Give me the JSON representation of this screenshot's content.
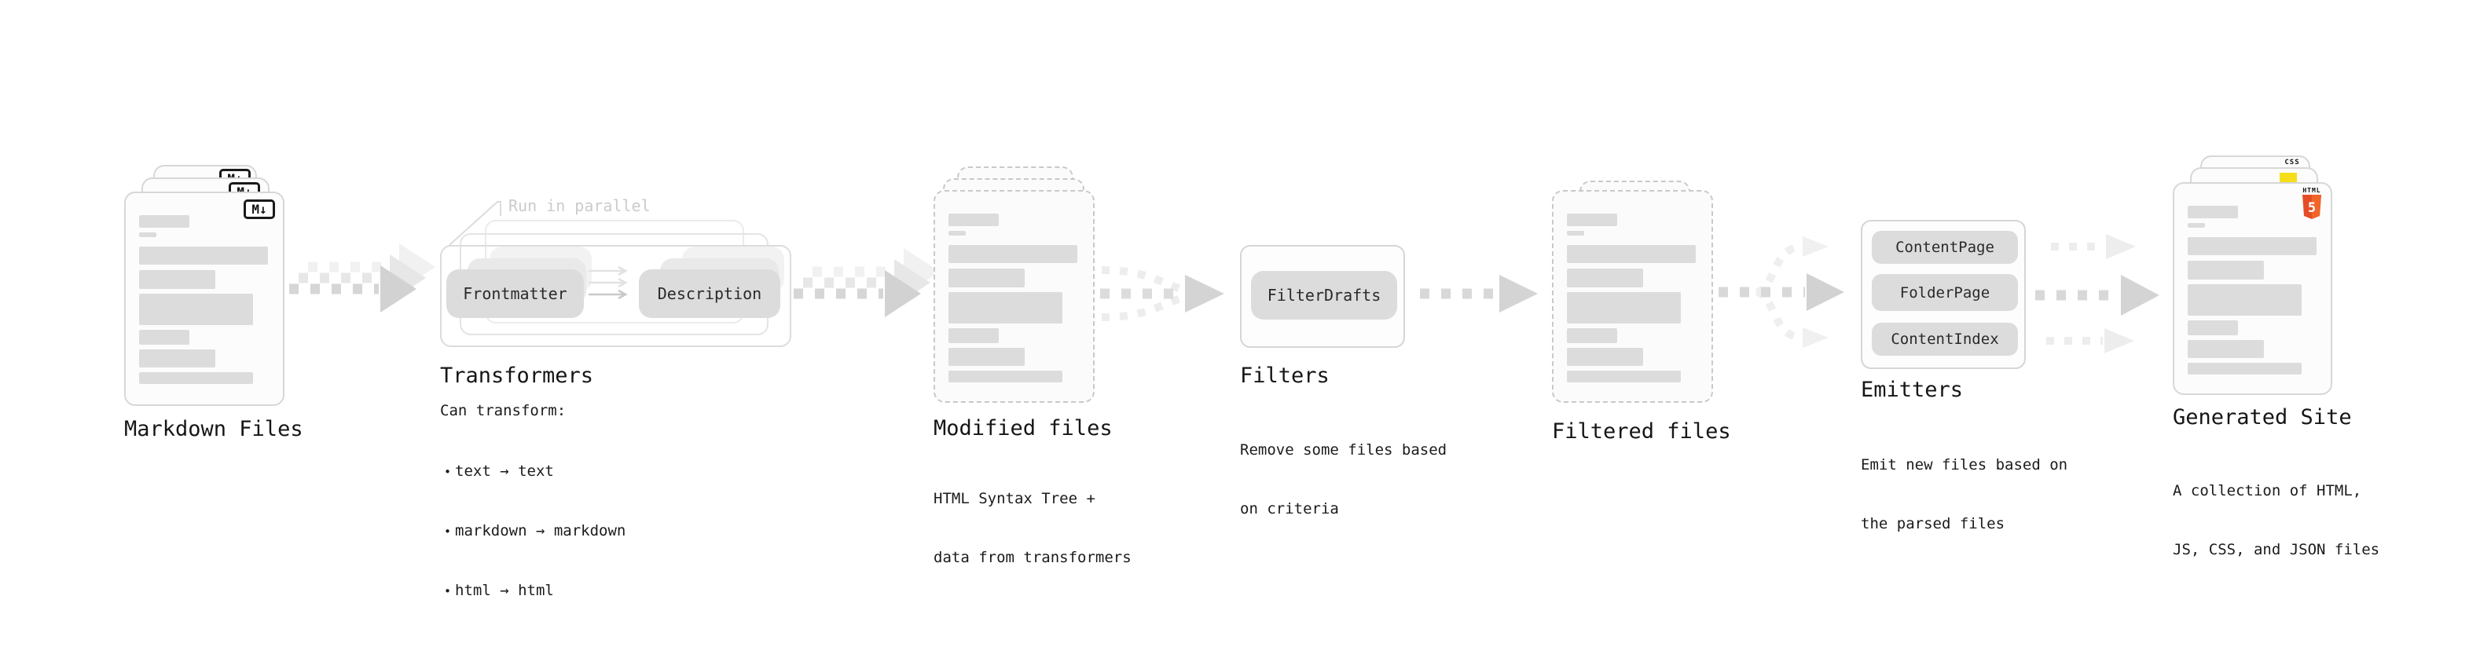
{
  "colors": {
    "html5_orange": "#e44d26",
    "html5_orange_light": "#f16529",
    "js_yellow": "#f5de19",
    "css_blue": "#2965f1",
    "arrow_gray": "#d4d4d4",
    "bar_gray": "#dcdcdc"
  },
  "markdown_files": {
    "label": "Markdown Files",
    "badge": "M↓"
  },
  "transformers": {
    "annotation": "Run in parallel",
    "pill_left": "Frontmatter",
    "pill_right": "Description",
    "label": "Transformers",
    "desc_title": "Can transform:",
    "bullet_char": "•",
    "bullets": [
      "text → text",
      "markdown → markdown",
      "html → html"
    ]
  },
  "modified_files": {
    "label": "Modified files",
    "desc_lines": [
      "HTML Syntax Tree +",
      "data from transformers"
    ]
  },
  "filters": {
    "pill": "FilterDrafts",
    "label": "Filters",
    "desc_lines": [
      "Remove some files based",
      "on criteria"
    ]
  },
  "filtered_files": {
    "label": "Filtered files"
  },
  "emitters": {
    "pills": [
      "ContentPage",
      "FolderPage",
      "ContentIndex"
    ],
    "label": "Emitters",
    "desc_lines": [
      "Emit new files based on",
      "the parsed files"
    ]
  },
  "generated_site": {
    "label": "Generated Site",
    "desc_lines": [
      "A collection of HTML,",
      "JS, CSS, and JSON files"
    ],
    "css_badge_label": "CSS",
    "html_badge_label": "HTML",
    "html_badge_numeral": "5"
  }
}
